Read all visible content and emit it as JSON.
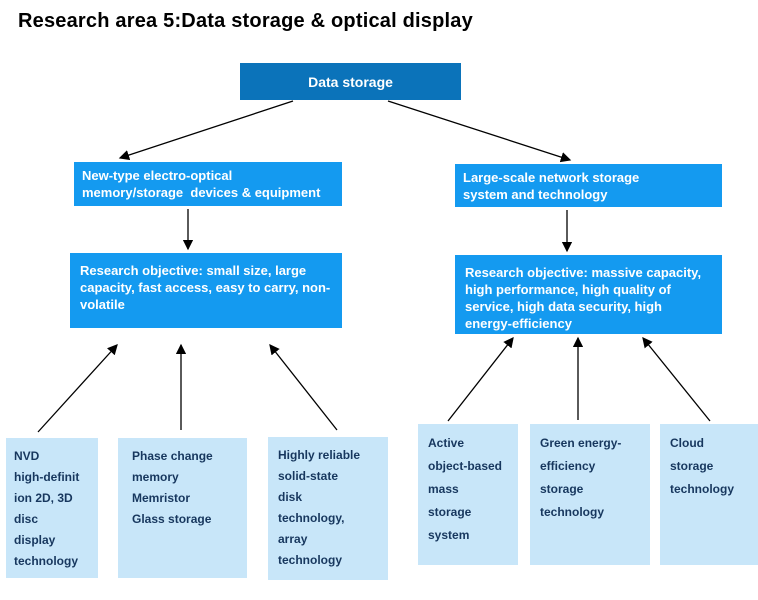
{
  "title": "Research area 5:Data storage & optical display",
  "colors": {
    "root_box": "#0b73ba",
    "branch_box": "#149af0",
    "tech_box": "#c8e6f9",
    "tech_text": "#17375e",
    "arrow": "#000000"
  },
  "root": {
    "label": "Data storage"
  },
  "level2": [
    {
      "lines": [
        "New-type electro-optical",
        "memory/storage  devices & equipment"
      ]
    },
    {
      "lines": [
        "Large-scale network storage",
        "system and technology"
      ]
    }
  ],
  "objectives": [
    {
      "text": "Research objective: small size, large capacity, fast access, easy to carry, non-volatile"
    },
    {
      "text": "Research objective: massive capacity, high performance, high quality of service, high data security, high energy-efficiency"
    }
  ],
  "technologies": [
    {
      "lines": [
        "NVD",
        "high-definit",
        "ion 2D, 3D",
        "disc",
        "display",
        "technology"
      ]
    },
    {
      "lines": [
        "Phase change",
        "memory",
        "Memristor",
        "Glass storage"
      ]
    },
    {
      "lines": [
        "Highly reliable",
        "solid-state",
        "disk",
        "technology,",
        "array",
        "technology"
      ]
    },
    {
      "lines": [
        "Active",
        "object-based",
        "mass",
        "storage",
        "system"
      ]
    },
    {
      "lines": [
        "Green energy-",
        "efficiency",
        "storage",
        "technology"
      ]
    },
    {
      "lines": [
        "Cloud storage",
        "technology"
      ]
    }
  ]
}
